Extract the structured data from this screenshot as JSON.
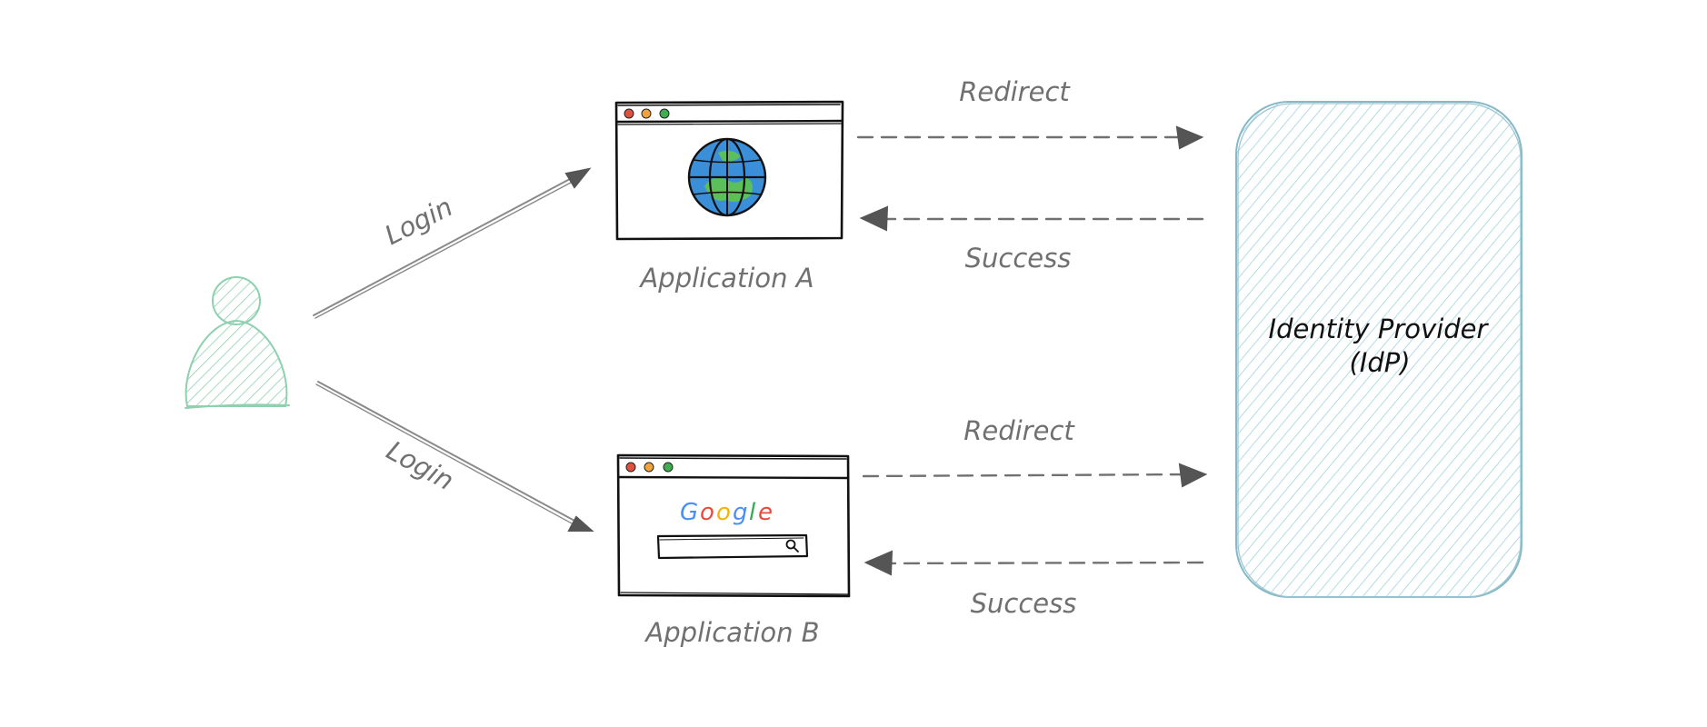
{
  "diagram": {
    "user": {
      "icon": "user-icon"
    },
    "apps": [
      {
        "label": "Application A",
        "icon": "globe-icon"
      },
      {
        "label": "Application B",
        "icon": "google-search-icon",
        "logo_text": "Google"
      }
    ],
    "flows": {
      "login_a": "Login",
      "login_b": "Login",
      "redirect_a": "Redirect",
      "success_a": "Success",
      "redirect_b": "Redirect",
      "success_b": "Success"
    },
    "idp": {
      "line1": "Identity Provider",
      "line2": "(IdP)"
    }
  },
  "colors": {
    "user_green": "#8fd0b0",
    "idp_blue": "#9fd3de",
    "idp_border": "#86b9c7",
    "arrow_gray": "#707070",
    "window_dot_red": "#e0503f",
    "window_dot_yellow": "#f0a33a",
    "window_dot_green": "#3fae4f",
    "globe_blue": "#3b8fd9",
    "globe_green": "#5bbf5b",
    "google_blue": "#4a8ff5",
    "google_red": "#e8493c",
    "google_yellow": "#f4b400",
    "google_green": "#34a853"
  }
}
